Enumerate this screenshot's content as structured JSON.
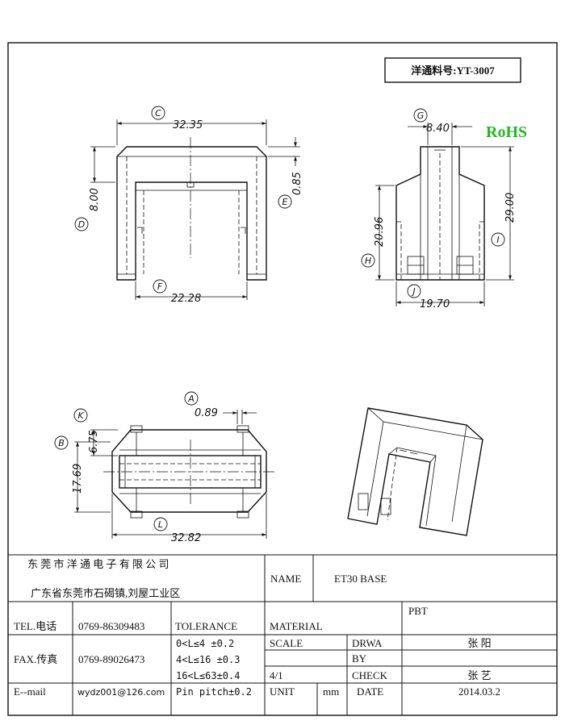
{
  "part_number_label": "洋通料号:YT-3007",
  "rohs": {
    "text": "RoHS",
    "color": "#22bb22"
  },
  "dimensions": {
    "A": "0.89",
    "B": "17.69",
    "C": "32.35",
    "D": "8.00",
    "E": "0.85",
    "F": "22.28",
    "G": "8.40",
    "H": "20.96",
    "I": "29.00",
    "J": "19.70",
    "K": "6.75",
    "L": "32.82"
  },
  "dim_letters": [
    "A",
    "B",
    "C",
    "D",
    "E",
    "F",
    "G",
    "H",
    "I",
    "J",
    "K",
    "L"
  ],
  "title_block": {
    "company_name": "东 莞 市 洋 通 电 子 有 限 公 司",
    "company_address": "广东省东莞市石碣镇,刘屋工业区",
    "name_label": "NAME",
    "name_value": "ET30 BASE",
    "tel_label": "TEL.电话",
    "tel_value": "0769-86309483",
    "fax_label": "FAX.传真",
    "fax_value": "0769-89026473",
    "email_label": "E--mail",
    "email_value": "wydz001@126.com",
    "tolerance_label": "TOLERANCE",
    "tolerance_rows": [
      "0<L≤4   ±0.2",
      "4<L≤16  ±0.3",
      "16<L≤63±0.4",
      "Pin pitch±0.2"
    ],
    "material_label": "MATERIAL",
    "material_value": "PBT",
    "scale_label": "SCALE",
    "scale_value": "4/1",
    "drawn_label_1": "DRWA",
    "drawn_label_2": "BY",
    "drawn_value": "张 阳",
    "check_label": "CHECK",
    "check_value": "张 艺",
    "unit_label": "UNIT",
    "unit_value": "mm",
    "date_label": "DATE",
    "date_value": "2014.03.2"
  }
}
